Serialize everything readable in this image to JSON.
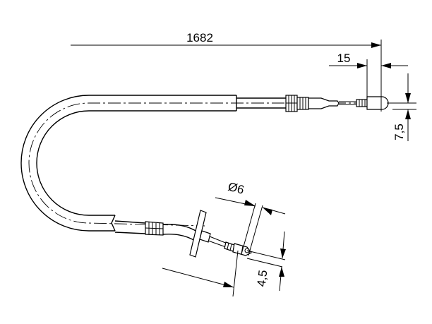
{
  "dimensions": {
    "total_length": "1682",
    "end_fitting_length": "15",
    "end_fitting_offset": "7,5",
    "diameter": "Ø6",
    "eye_offset": "4,5"
  }
}
